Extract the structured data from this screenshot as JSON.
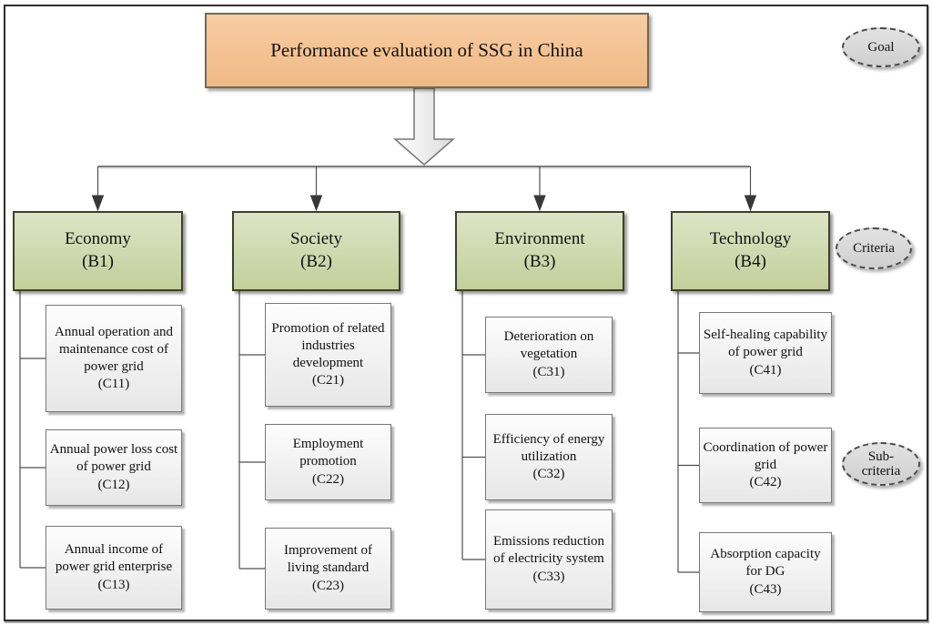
{
  "palette": {
    "goal_fill_top": "#f8cda4",
    "goal_fill_bottom": "#f0b984",
    "criteria_fill_bottom": "#c3cf9c",
    "sub_fill_bottom": "#e7e7e7",
    "ellipse_fill_bottom": "#cfcfcf",
    "line_color": "#4f4f4f",
    "arrowhead_color": "#383838"
  },
  "goal": {
    "title": "Performance evaluation of SSG in China"
  },
  "levels": [
    {
      "label": "Goal"
    },
    {
      "label": "Criteria"
    },
    {
      "label": "Sub-criteria"
    }
  ],
  "criteria": [
    {
      "name": "Economy",
      "code": "(B1)",
      "subs": [
        {
          "label": "Annual operation and maintenance cost of power grid",
          "code": "(C11)"
        },
        {
          "label": "Annual power loss cost of power grid",
          "code": "(C12)"
        },
        {
          "label": "Annual income of power grid enterprise",
          "code": "(C13)"
        }
      ]
    },
    {
      "name": "Society",
      "code": "(B2)",
      "subs": [
        {
          "label": "Promotion of related industries development",
          "code": "(C21)"
        },
        {
          "label": "Employment promotion",
          "code": "(C22)"
        },
        {
          "label": "Improvement of living standard",
          "code": "(C23)"
        }
      ]
    },
    {
      "name": "Environment",
      "code": "(B3)",
      "subs": [
        {
          "label": "Deterioration on vegetation",
          "code": "(C31)"
        },
        {
          "label": "Efficiency of energy utilization",
          "code": "(C32)"
        },
        {
          "label": "Emissions reduction of electricity system",
          "code": "(C33)"
        }
      ]
    },
    {
      "name": "Technology",
      "code": "(B4)",
      "subs": [
        {
          "label": "Self-healing capability of power grid",
          "code": "(C41)"
        },
        {
          "label": "Coordination of power grid",
          "code": "(C42)"
        },
        {
          "label": "Absorption capacity for DG",
          "code": "(C43)"
        }
      ]
    }
  ]
}
